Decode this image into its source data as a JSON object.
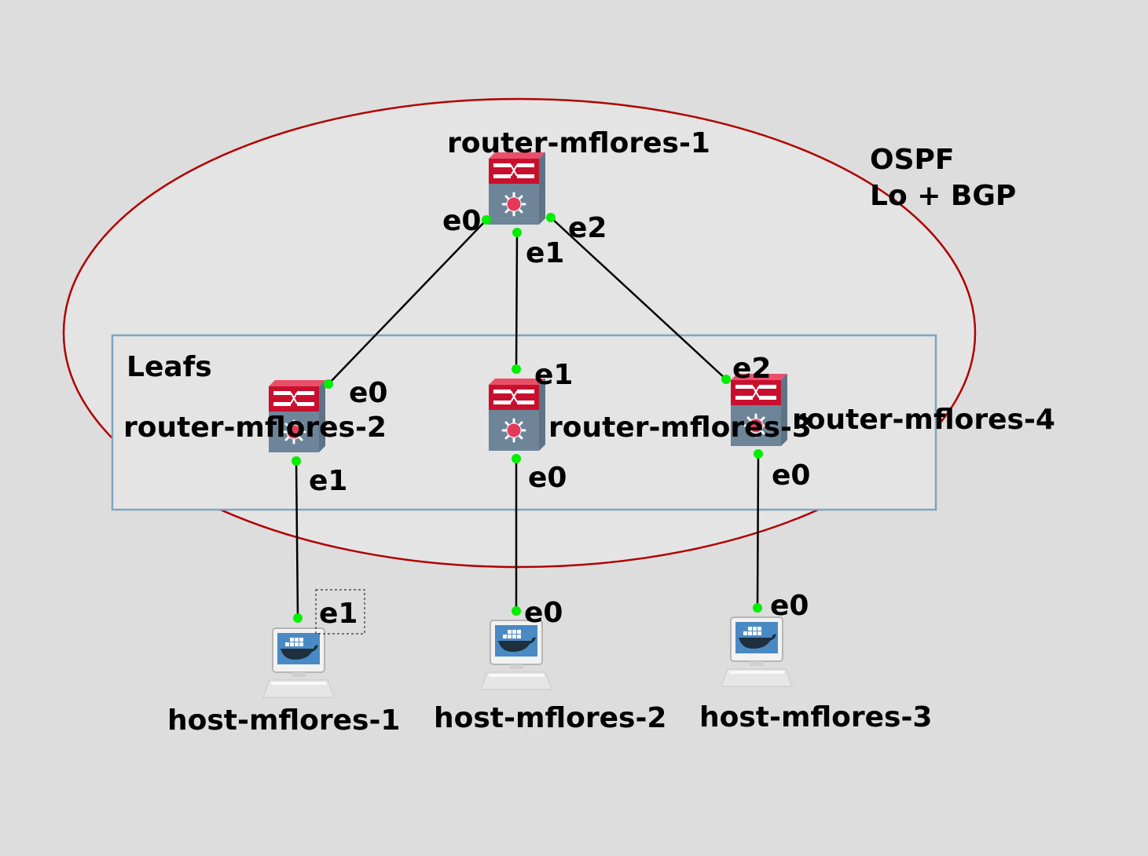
{
  "colors": {
    "background": "#dddddd",
    "ospf_ellipse": "#b00000",
    "leafs_box": "#7ea6c0",
    "port_dot": "#00ee00",
    "link": "#000000"
  },
  "annotations": {
    "ospf_line1": "OSPF",
    "ospf_line2": "Lo + BGP",
    "leafs_title": "Leafs"
  },
  "routers": {
    "r1": {
      "name": "router-mflores-1",
      "icon": "layer3-switch-icon"
    },
    "r2": {
      "name": "router-mflores-2",
      "icon": "layer3-switch-icon"
    },
    "r3": {
      "name": "router-mflores-3",
      "icon": "layer3-switch-icon"
    },
    "r4": {
      "name": "router-mflores-4",
      "icon": "layer3-switch-icon"
    }
  },
  "hosts": {
    "h1": {
      "name": "host-mflores-1",
      "icon": "docker-host-icon"
    },
    "h2": {
      "name": "host-mflores-2",
      "icon": "docker-host-icon"
    },
    "h3": {
      "name": "host-mflores-3",
      "icon": "docker-host-icon"
    }
  },
  "ports": {
    "r1_e0": "e0",
    "r1_e1": "e1",
    "r1_e2": "e2",
    "r2_e0": "e0",
    "r2_e1": "e1",
    "r3_e1": "e1",
    "r3_e0": "e0",
    "r4_e2": "e2",
    "r4_e0": "e0",
    "h1_e1": "e1",
    "h2_e0": "e0",
    "h3_e0": "e0"
  },
  "links": [
    {
      "from": "router-mflores-1",
      "from_port": "e0",
      "to": "router-mflores-2",
      "to_port": "e0"
    },
    {
      "from": "router-mflores-1",
      "from_port": "e1",
      "to": "router-mflores-3",
      "to_port": "e1"
    },
    {
      "from": "router-mflores-1",
      "from_port": "e2",
      "to": "router-mflores-4",
      "to_port": "e2"
    },
    {
      "from": "router-mflores-2",
      "from_port": "e1",
      "to": "host-mflores-1",
      "to_port": "e1"
    },
    {
      "from": "router-mflores-3",
      "from_port": "e0",
      "to": "host-mflores-2",
      "to_port": "e0"
    },
    {
      "from": "router-mflores-4",
      "from_port": "e0",
      "to": "host-mflores-3",
      "to_port": "e0"
    }
  ]
}
